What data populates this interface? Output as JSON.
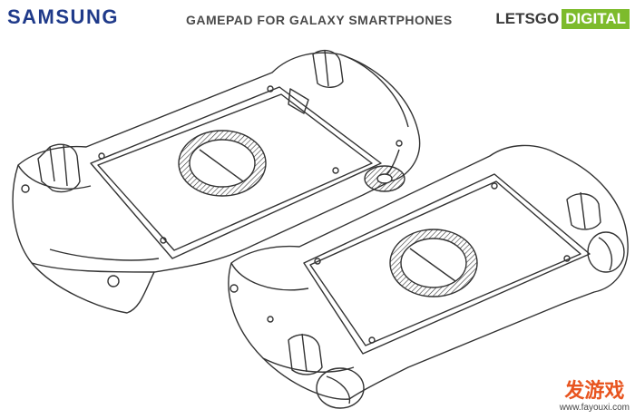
{
  "header": {
    "brand": "SAMSUNG",
    "title": "GAMEPAD FOR GALAXY SMARTPHONES",
    "source_part1": "LETSGO",
    "source_part2": "DIGITAL"
  },
  "watermark": {
    "text": "发游戏",
    "url": "www.fayouxi.com"
  },
  "colors": {
    "brand_blue": "#1f3a8a",
    "source_green": "#7dbb2c",
    "watermark_orange": "#e8541f",
    "line": "#333333"
  }
}
